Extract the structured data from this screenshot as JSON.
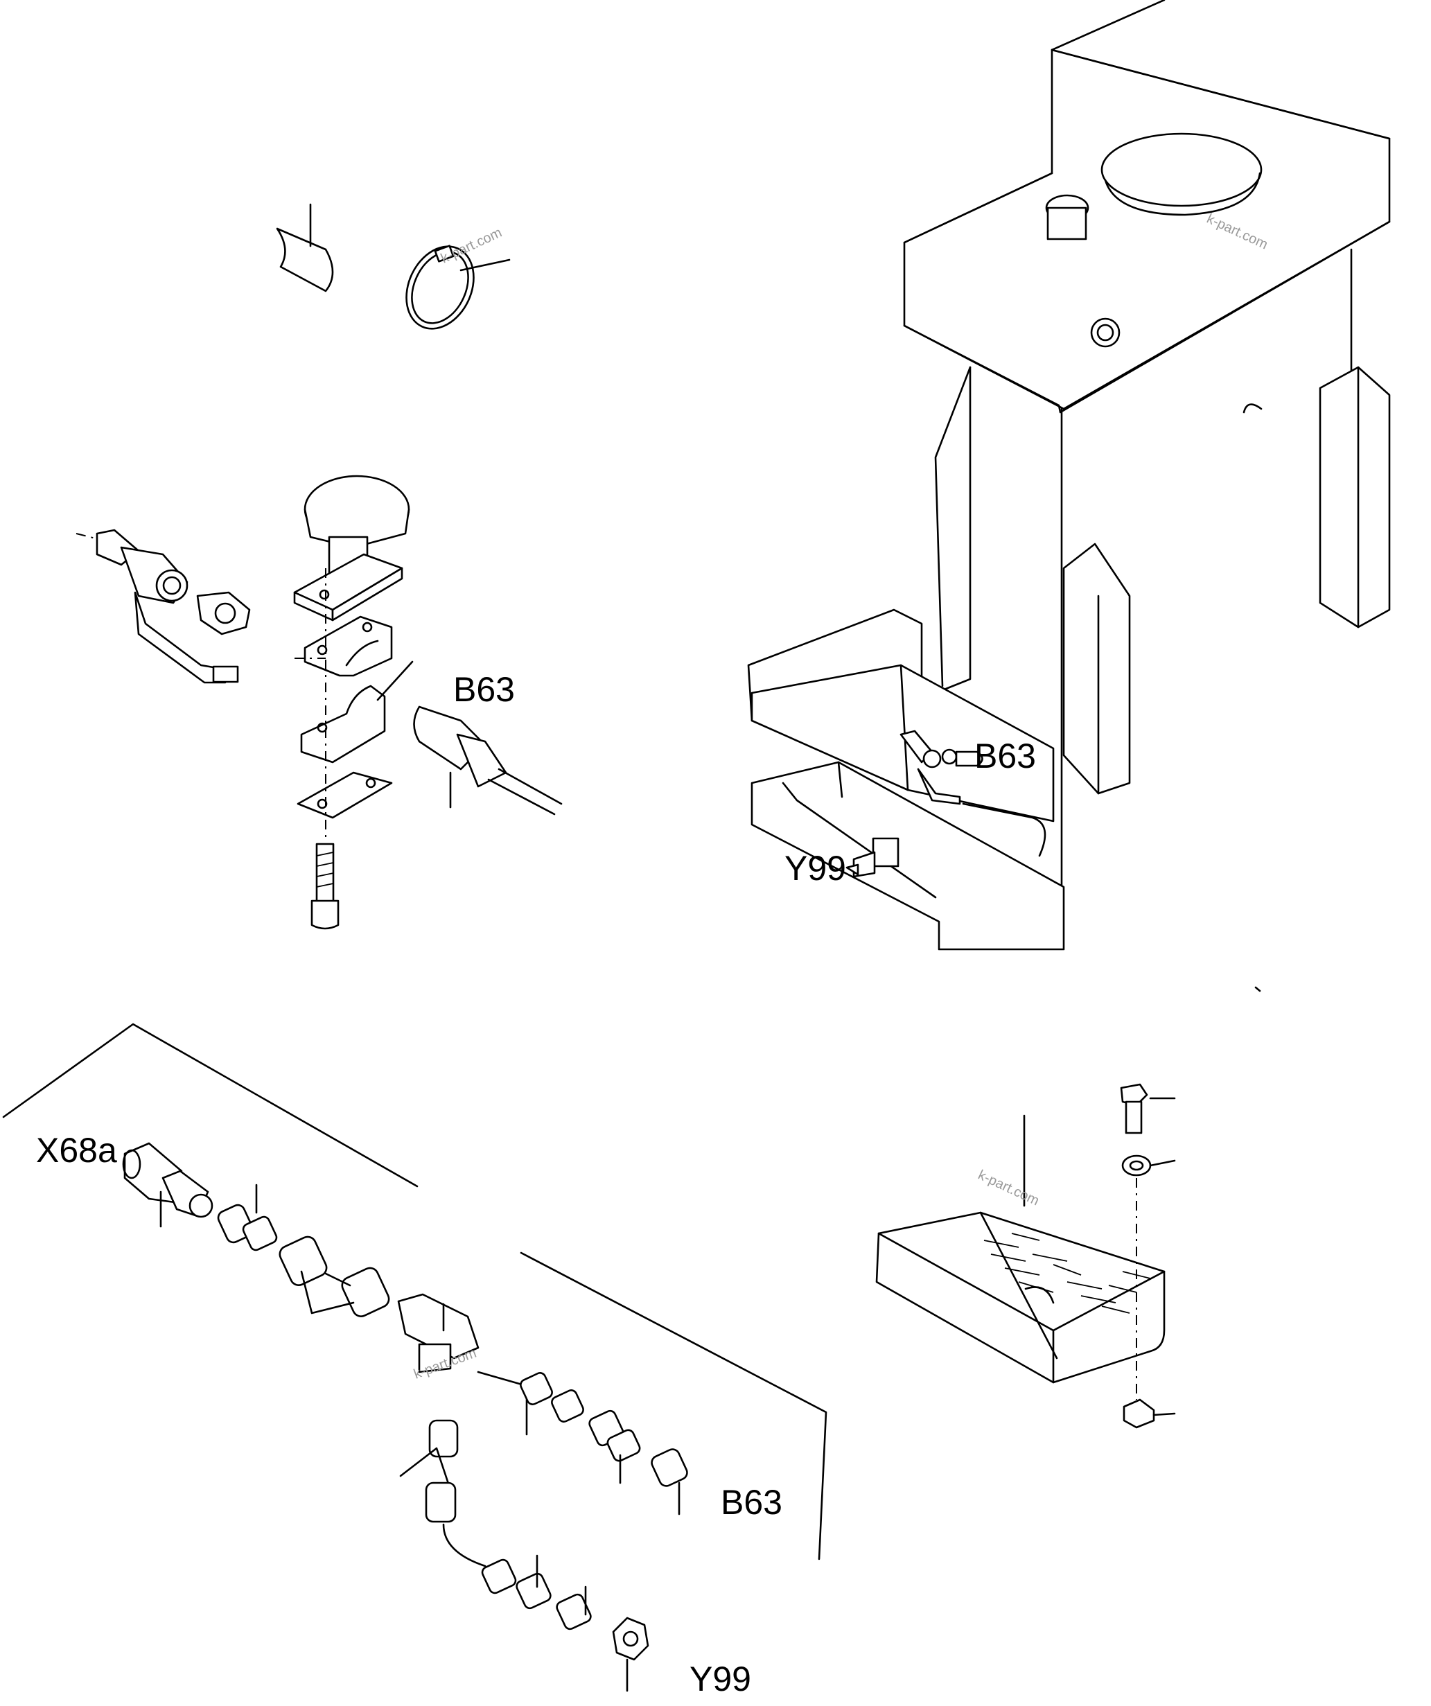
{
  "labels": {
    "b63_knob": "B63",
    "b63_machine": "B63",
    "y99_machine": "Y99",
    "x68a": "X68a",
    "b63_hose": "B63",
    "y99_hose": "Y99"
  },
  "watermarks": [
    "k-part.com",
    "k-part.com",
    "k-part.com",
    "k-part.com"
  ]
}
